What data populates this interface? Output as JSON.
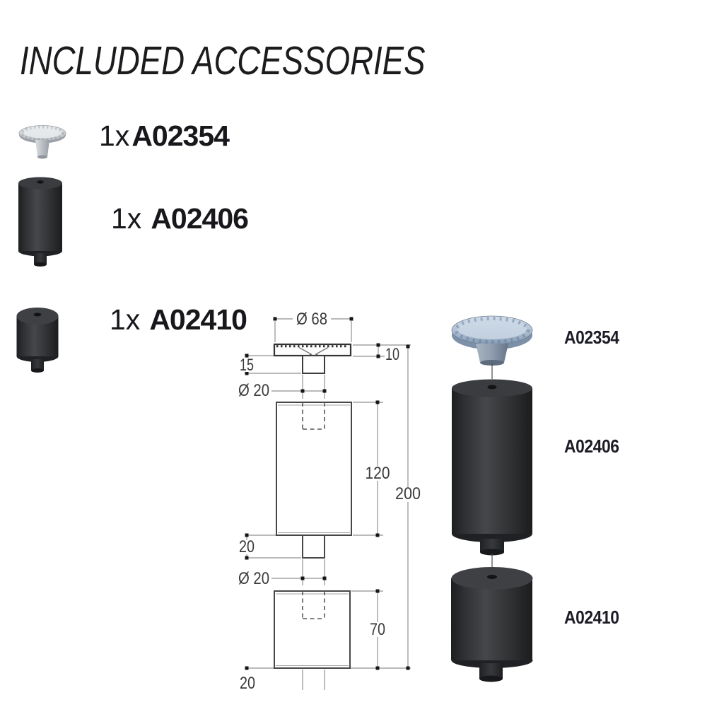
{
  "title": "INCLUDED ACCESSORIES",
  "accessories": {
    "items": [
      {
        "qty": "1x",
        "part": "A02354",
        "icon": "thumb-disc-icon"
      },
      {
        "qty": "1x",
        "part": "A02406",
        "icon": "tall-spacer-icon"
      },
      {
        "qty": "1x",
        "part": "A02410",
        "icon": "short-spacer-icon"
      }
    ]
  },
  "drawing": {
    "dims": {
      "disc_diameter": "Ø 68",
      "disc_thickness": "10",
      "stem_height": "15",
      "stem_diameter": "Ø 20",
      "body_height": "120",
      "overall_height": "200",
      "upper_stub_height": "20",
      "stub_diameter": "Ø 20",
      "lower_body_height": "70",
      "lower_stub_height": "20"
    }
  },
  "exploded_view": {
    "labels": [
      {
        "part": "A02354"
      },
      {
        "part": "A02406"
      },
      {
        "part": "A02410"
      }
    ]
  },
  "colors": {
    "metal_disc": "#b3c4d6",
    "rubber_dark": "#2e2f31",
    "dim_line_grey": "#919191",
    "outline_grey": "#474747",
    "text_dark": "#1b1b1e"
  }
}
